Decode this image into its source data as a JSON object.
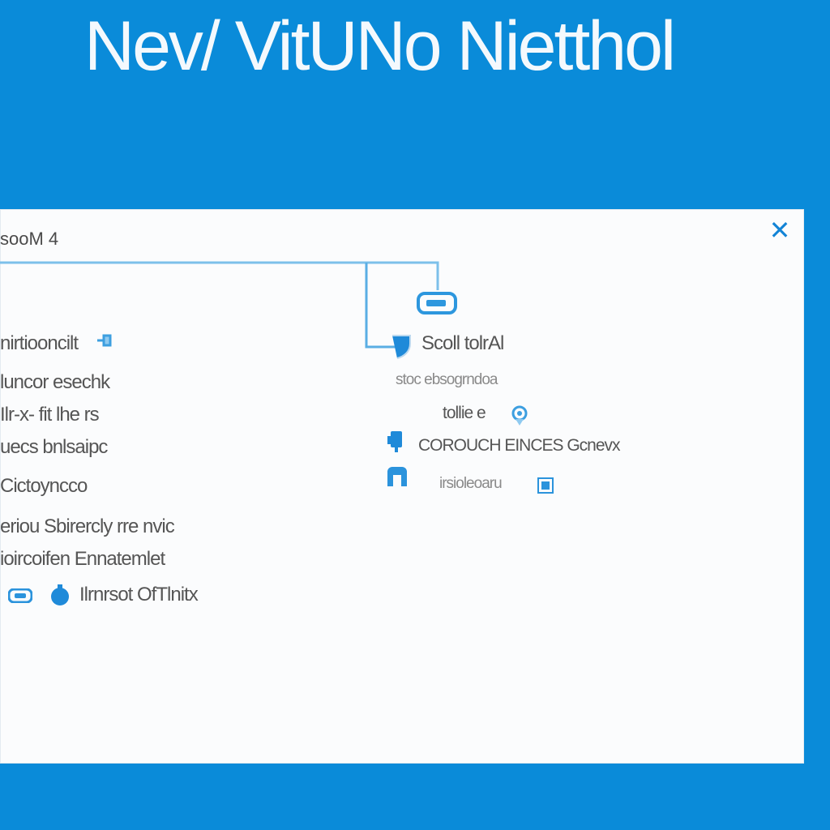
{
  "banner": {
    "title": "Nev/ VitUNo Nietthol"
  },
  "dialog": {
    "title": "sooM 4",
    "close_icon": "close-icon",
    "accent": "#1384d6",
    "left_items": [
      "nirtiooncilt",
      "luncor esechk",
      "Ilr-x- fit lhe rs",
      "uecs bnlsaipc",
      "Cictoyncco",
      "eriou Sbirercly rre nvic",
      "ioircoifen Ennatemlet",
      "Ilrnrsot OfTlnitx"
    ],
    "right_items": [
      "Scoll tolrAl",
      "stoc ebsogrndoa",
      "tollie e",
      "COROUCH EINCES Gcnevx",
      "irsioleoaru"
    ]
  }
}
